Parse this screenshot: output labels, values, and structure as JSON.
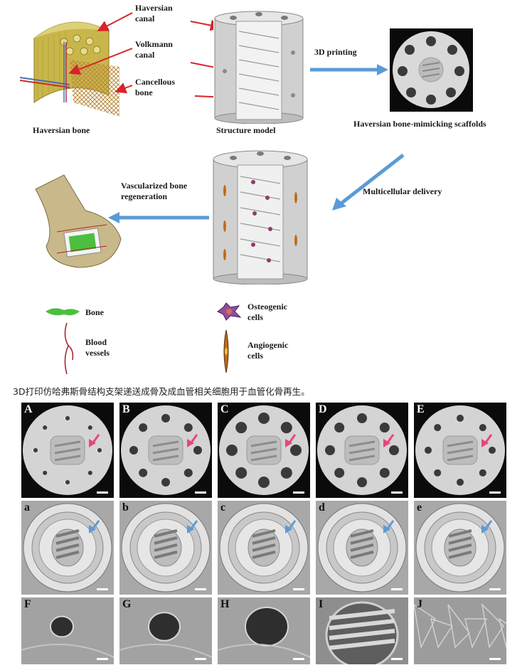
{
  "schematic": {
    "haversian_bone": "Haversian bone",
    "haversian_canal": [
      "Haversian",
      "canal"
    ],
    "volkmann_canal": [
      "Volkmann",
      "canal"
    ],
    "cancellous_bone": [
      "Cancellous",
      "bone"
    ],
    "structure_model": "Structure model",
    "printing": "3D printing",
    "scaffolds": "Haversian bone-mimicking scaffolds",
    "delivery": "Multicellular delivery",
    "regeneration": [
      "Vascularized bone",
      "regeneration"
    ],
    "legend": {
      "bone": "Bone",
      "blood_vessels": [
        "Blood",
        "vessels"
      ],
      "osteogenic": [
        "Osteogenic",
        "cells"
      ],
      "angiogenic": [
        "Angiogenic",
        "cells"
      ]
    }
  },
  "caption": "3D打印仿哈弗斯骨结构支架递送成骨及成血管相关细胞用于血管化骨再生。",
  "panels": {
    "row1": [
      "A",
      "B",
      "C",
      "D",
      "E"
    ],
    "row2": [
      "a",
      "b",
      "c",
      "d",
      "e"
    ],
    "row3": [
      "F",
      "G",
      "H",
      "I",
      "J"
    ]
  },
  "colors": {
    "red_arrow": "#d8232a",
    "blue_arrow": "#5b9bd5",
    "pink_arrow": "#e8467c",
    "bone_yellow": "#c9b64a",
    "scaffold_grey": "#cfcfcf"
  }
}
